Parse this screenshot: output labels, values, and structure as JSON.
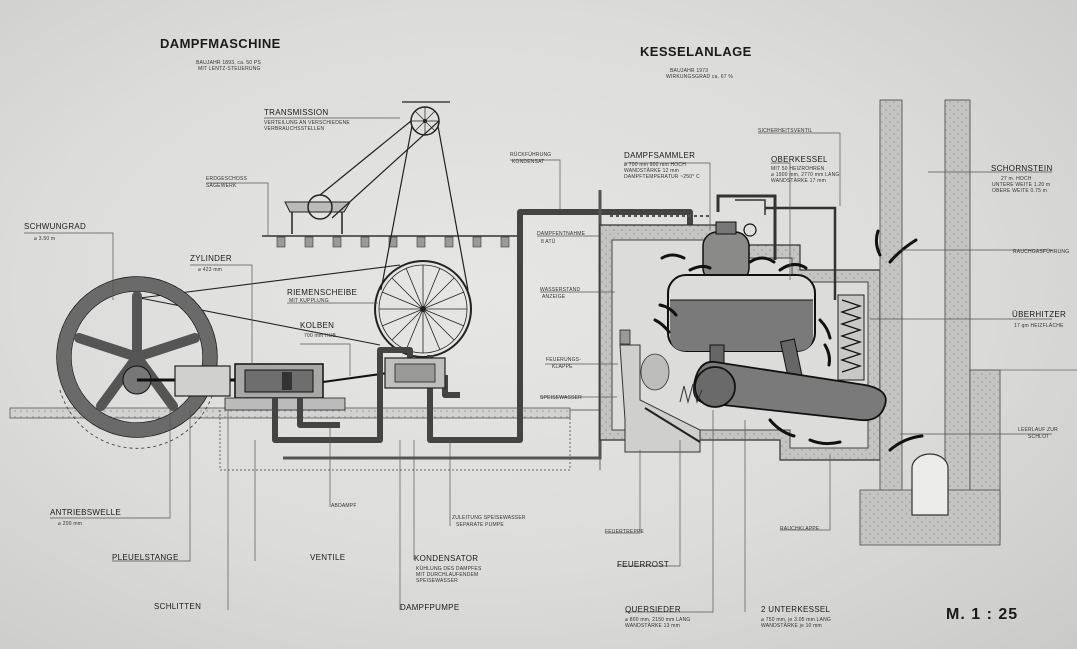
{
  "headings": {
    "dampfmaschine": "DAMPFMASCHINE",
    "dampfmaschine_sub1": "BAUJAHR 1893, ca. 50 PS",
    "dampfmaschine_sub2": "MIT LENTZ-STEUERUNG",
    "kesselanlage": "KESSELANLAGE",
    "kesselanlage_sub1": "BAUJAHR 1973",
    "kesselanlage_sub2": "WIRKUNGSGRAD ca. 67 %"
  },
  "labels": {
    "transmission": "TRANSMISSION",
    "transmission_sub1": "VERTEILUNG AN VERSCHIEDENE",
    "transmission_sub2": "VERBRAUCHSSTELLEN",
    "erdgeschoss": "ERDGESCHOSS",
    "saegewerk": "SÄGEWERK",
    "schwungrad": "SCHWUNGRAD",
    "schwungrad_sub": "⌀ 3.50 m",
    "zylinder": "ZYLINDER",
    "zylinder_sub": "⌀ 423 mm",
    "riemenscheibe": "RIEMENSCHEIBE",
    "riemenscheibe_sub": "MIT KUPPLUNG",
    "kolben": "KOLBEN",
    "kolben_sub": "700 mm HUB",
    "rueckfuehrung1": "RÜCKFÜHRUNG",
    "rueckfuehrung2": "KONDENSAT",
    "dampfentnahme": "DAMPFENTNAHME",
    "dampfentnahme_sub": "8 ATÜ",
    "wasserstand1": "WASSERSTAND",
    "wasserstand2": "ANZEIGE",
    "feuerungsklappe1": "FEUERUNGS-",
    "feuerungsklappe2": "KLAPPE",
    "speisewasser": "SPEISEWASSER",
    "dampfsammler": "DAMPFSAMMLER",
    "dampfsammler_sub1": "⌀ 700 mm  900 mm HOCH",
    "dampfsammler_sub2": "WANDSTÄRKE 12 mm",
    "dampfsammler_sub3": "DAMPFTEMPERATUR ~250° C",
    "sicherheitsventil": "SICHERHEITSVENTIL",
    "oberkessel": "OBERKESSEL",
    "oberkessel_sub1": "MIT 50 HEIZROHREN",
    "oberkessel_sub2": "⌀ 1900 mm, 2770 mm LANG",
    "oberkessel_sub3": "WANDSTÄRKE 17 mm",
    "schornstein": "SCHORNSTEIN",
    "schornstein_sub1": "27 m. HOCH",
    "schornstein_sub2": "UNTERE WEITE 1.20 m",
    "schornstein_sub3": "OBERE WEITE 0.75 m",
    "rauchgasfuehrung": "RAUCHGASFÜHRUNG",
    "ueberhitzer": "ÜBERHITZER",
    "ueberhitzer_sub": "17 qm HEIZFLÄCHE",
    "leerlauf1": "LEERLAUF ZUR",
    "leerlauf2": "SCHLOT",
    "antriebswelle": "ANTRIEBSWELLE",
    "antriebswelle_sub": "⌀ 200 mm",
    "pleuelstange": "PLEUELSTANGE",
    "ventile": "VENTILE",
    "abdampf": "ABDAMPF",
    "zuleitung1": "ZULEITUNG SPEISEWASSER",
    "zuleitung2": "SEPARATE PUMPE",
    "kondensator": "KONDENSATOR",
    "kondensator_sub1": "KÜHLUNG DES DAMPFES",
    "kondensator_sub2": "MIT DURCHLAUFENDEM",
    "kondensator_sub3": "SPEISEWASSER",
    "feuertreppe": "FEUERTREPPE",
    "feuerrost": "FEUERROST",
    "rauchklappe": "RAUCHKLAPPE",
    "schlitten": "SCHLITTEN",
    "dampfpumpe": "DAMPFPUMPE",
    "quersieder": "QUERSIEDER",
    "quersieder_sub1": "⌀ 800 mm, 2150 mm LANG",
    "quersieder_sub2": "WANDSTÄRKE 13 mm",
    "unterkessel": "2 UNTERKESSEL",
    "unterkessel_sub1": "⌀ 750 mm, je 3.05 mm LANG",
    "unterkessel_sub2": "WANDSTÄRKE je 10 mm"
  },
  "scale": "M. 1 : 25",
  "colors": {
    "paper": "#dededc",
    "ink": "#1a1a1a",
    "boiler_fill": "#7a7a7a",
    "masonry": "#bdbdbb"
  }
}
